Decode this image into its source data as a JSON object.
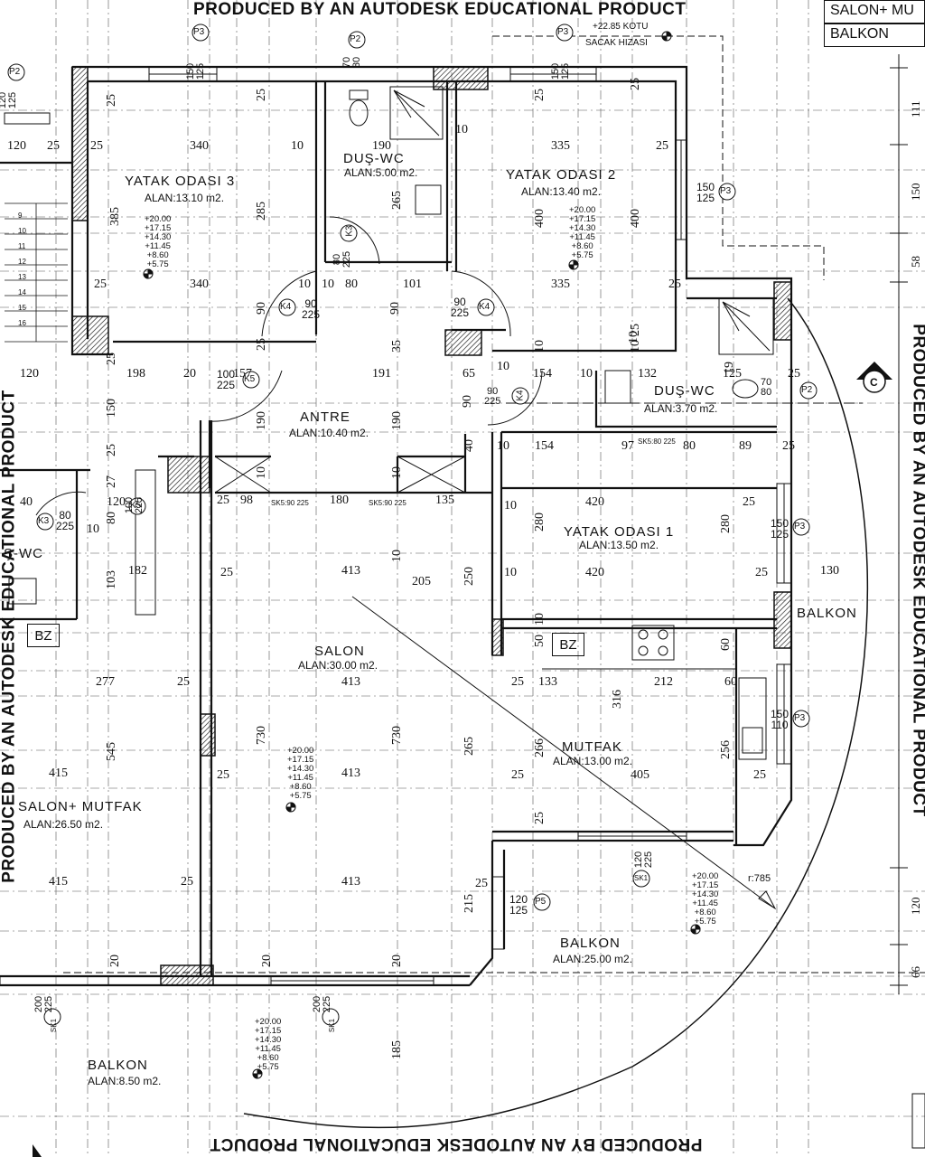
{
  "watermark": {
    "top": "PRODUCED BY AN AUTODESK EDUCATIONAL PRODUCT",
    "bottom": "PRODUCED BY AN AUTODESK EDUCATIONAL PRODUCT",
    "left": "PRODUCED BY AN AUTODESK EDUCATIONAL PRODUCT",
    "right": "PRODUCED BY AN AUTODESK EDUCATIONAL PRODUCT"
  },
  "legend": [
    "SALON+ MU",
    "BALKON"
  ],
  "top_note": {
    "line1": "+22.85 KOTU",
    "line2": "SACAK HIZASI"
  },
  "rooms": {
    "yatak3": {
      "name": "YATAK ODASI 3",
      "area": "ALAN:13.10 m2."
    },
    "dus_wc_top": {
      "name": "DUŞ-WC",
      "area": "ALAN:5.00 m2."
    },
    "yatak2": {
      "name": "YATAK ODASI 2",
      "area": "ALAN:13.40 m2."
    },
    "dus_wc_right": {
      "name": "DUŞ-WC",
      "area": "ALAN:3.70 m2."
    },
    "antre": {
      "name": "ANTRE",
      "area": "ALAN:10.40 m2."
    },
    "yatak1": {
      "name": "YATAK ODASI 1",
      "area": "ALAN:13.50 m2."
    },
    "salon": {
      "name": "SALON",
      "area": "ALAN:30.00 m2."
    },
    "mutfak": {
      "name": "MUTFAK",
      "area": "ALAN:13.00 m2."
    },
    "salon_mutfak": {
      "name": "SALON+ MUTFAK",
      "area": "ALAN:26.50 m2."
    },
    "balkon_center": {
      "name": "BALKON",
      "area": "ALAN:25.00 m2."
    },
    "balkon_bottom": {
      "name": "BALKON",
      "area": "ALAN:8.50 m2."
    },
    "balkon_right": {
      "name": "BALKON"
    },
    "wc_left": {
      "name": "Ş-WC"
    }
  },
  "bz": [
    "BZ",
    "BZ"
  ],
  "levels": "+20.00\n+17.15\n+14.30\n+11.45\n+8.60\n+5.75",
  "radius_note": "r:785",
  "section_mark": "C",
  "door_tags": [
    "K4",
    "K4",
    "K3",
    "K5",
    "K5",
    "K4",
    "K3"
  ],
  "window_tags": [
    "P3",
    "P2",
    "P3",
    "P2",
    "P3",
    "P3",
    "P3",
    "P2",
    "P5"
  ],
  "sk_tags": [
    "SK1",
    "SK1",
    "SK1"
  ],
  "window_dims": {
    "w150_125_a": "150\n125",
    "w70_80": "70\n80",
    "w150_125_b": "150\n125",
    "w120_125": "120\n125",
    "w150_125_r1": "150\n125",
    "w150_125_r2": "150\n125",
    "w150_110": "150\n110",
    "w120_125_p5": "120\n125",
    "w200_225_a": "200\n225",
    "w200_225_b": "200\n225",
    "w70_80_wc": "70\n80"
  },
  "door_dims": {
    "d90_225_a": "90\n225",
    "d90_225_b": "90\n225",
    "d80_225_v": "80\n225",
    "d100_225_k5": "100\n225",
    "d100_225_v": "100\n225",
    "d90_225_k4v": "90\n225",
    "d80_225_k3": "80\n225",
    "d120_225": "120\n225",
    "d120_225_sk": "120\n225"
  },
  "sk_notes": [
    "SK5:90 225",
    "SK5:90 225",
    "SK5:80 225"
  ],
  "dims_h": [
    "120",
    "25",
    "25",
    "340",
    "10",
    "190",
    "335",
    "25",
    "10",
    "25",
    "340",
    "10",
    "10",
    "80",
    "101",
    "335",
    "25",
    "120",
    "198",
    "20",
    "157",
    "191",
    "65",
    "10",
    "154",
    "10",
    "132",
    "125",
    "25",
    "10",
    "154",
    "97",
    "80",
    "89",
    "25",
    "40",
    "120",
    "10",
    "25",
    "98",
    "180",
    "135",
    "10",
    "420",
    "25",
    "182",
    "25",
    "413",
    "205",
    "10",
    "420",
    "25",
    "130",
    "277",
    "25",
    "413",
    "25",
    "133",
    "212",
    "60",
    "415",
    "25",
    "413",
    "25",
    "405",
    "25",
    "415",
    "25",
    "413",
    "25"
  ],
  "dims_v": [
    "385",
    "285",
    "400",
    "400",
    "265",
    "90",
    "90",
    "35",
    "190",
    "190",
    "150",
    "25",
    "10",
    "10",
    "40",
    "280",
    "280",
    "250",
    "50",
    "60",
    "316",
    "545",
    "730",
    "730",
    "265",
    "266",
    "256",
    "215",
    "20",
    "20",
    "20",
    "185",
    "10",
    "10",
    "10",
    "10",
    "25",
    "25",
    "25",
    "25",
    "25",
    "25",
    "25",
    "25",
    "103",
    "27",
    "80",
    "19",
    "10",
    "90"
  ],
  "right_scale": [
    "111",
    "150",
    "58",
    "120",
    "66"
  ],
  "stair_numbers": [
    "9",
    "10",
    "11",
    "12",
    "13",
    "14",
    "15",
    "16"
  ]
}
